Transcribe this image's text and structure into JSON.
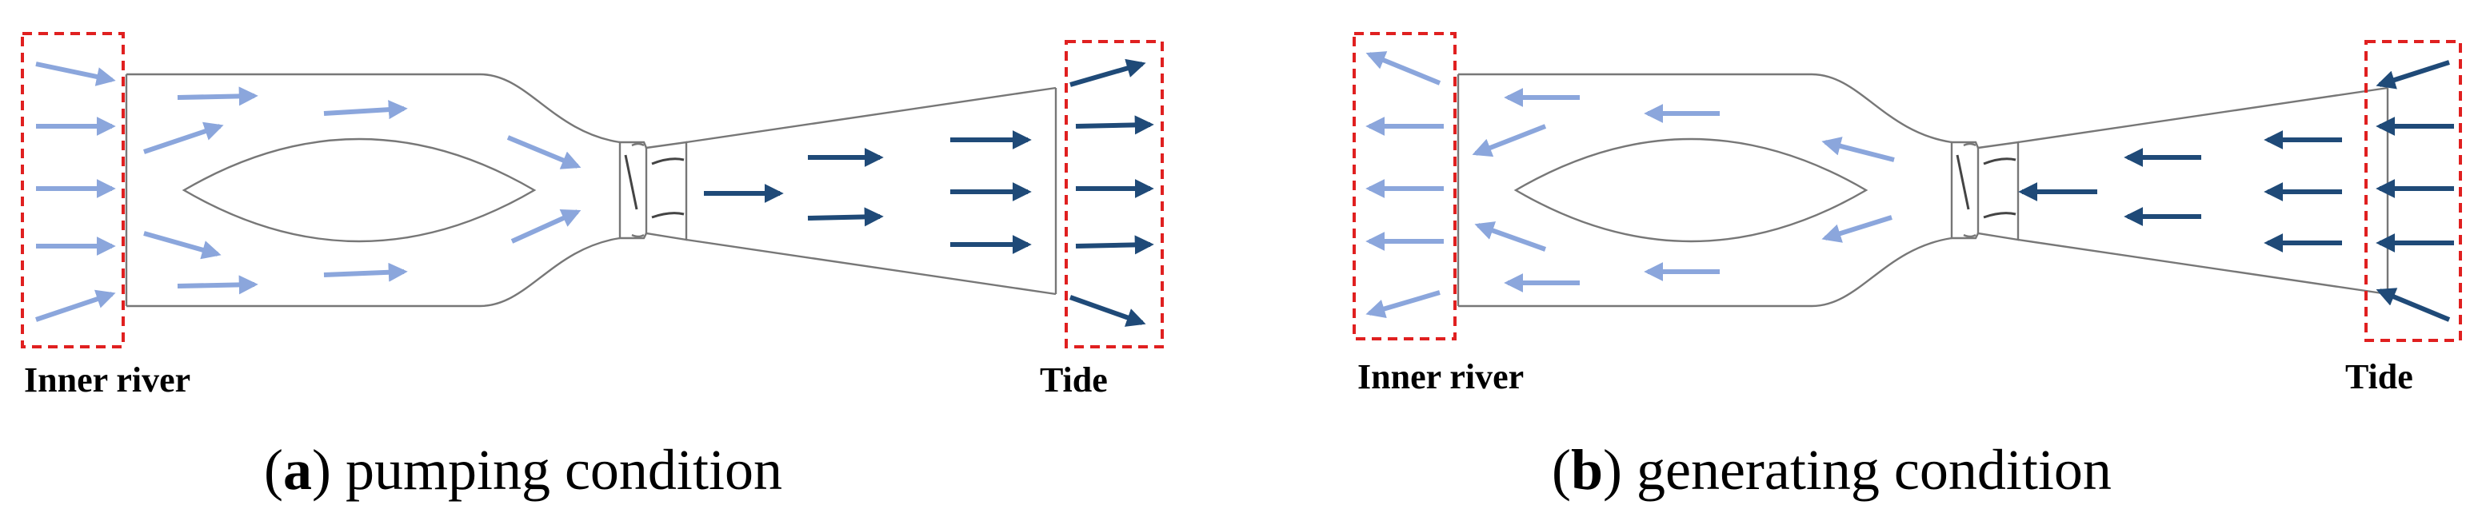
{
  "panels": [
    {
      "id": "a",
      "inner_label": "Inner river",
      "tide_label": "Tide",
      "caption_letter": "a",
      "caption_text": "pumping condition"
    },
    {
      "id": "b",
      "inner_label": "Inner river",
      "tide_label": "Tide",
      "caption_letter": "b",
      "caption_text": "generating condition"
    }
  ],
  "colors": {
    "light_arrow": "#8ba6dc",
    "dark_arrow": "#1f4a78",
    "dashed_box": "#e02020",
    "outline": "#777777"
  }
}
